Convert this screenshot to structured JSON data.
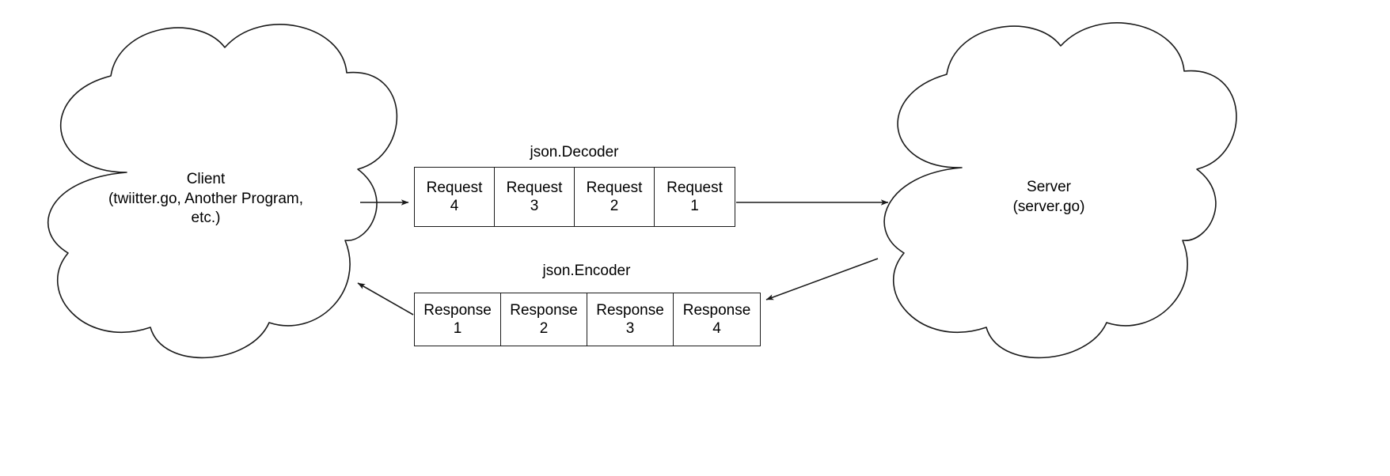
{
  "diagram": {
    "title": "Client/Server JSON stream diagram",
    "background": "#ffffff",
    "stroke_color": "#1a1a1a",
    "text_color": "#000000"
  },
  "client_cloud": {
    "shape": "cloud",
    "label": "Client\n(twiitter.go, Another Program,\netc.)"
  },
  "server_cloud": {
    "shape": "cloud",
    "label": "Server\n(server.go)"
  },
  "request_queue": {
    "title": "json.Decoder",
    "items": [
      {
        "name": "Request",
        "num": "4"
      },
      {
        "name": "Request",
        "num": "3"
      },
      {
        "name": "Request",
        "num": "2"
      },
      {
        "name": "Request",
        "num": "1"
      }
    ]
  },
  "response_queue": {
    "title": "json.Encoder",
    "items": [
      {
        "name": "Response",
        "num": "1"
      },
      {
        "name": "Response",
        "num": "2"
      },
      {
        "name": "Response",
        "num": "3"
      },
      {
        "name": "Response",
        "num": "4"
      }
    ]
  },
  "connectors": [
    {
      "name": "client-to-request-queue",
      "direction": "right"
    },
    {
      "name": "request-queue-to-server",
      "direction": "right"
    },
    {
      "name": "server-to-response-queue",
      "direction": "down-left"
    },
    {
      "name": "response-queue-to-client",
      "direction": "up-left"
    }
  ]
}
